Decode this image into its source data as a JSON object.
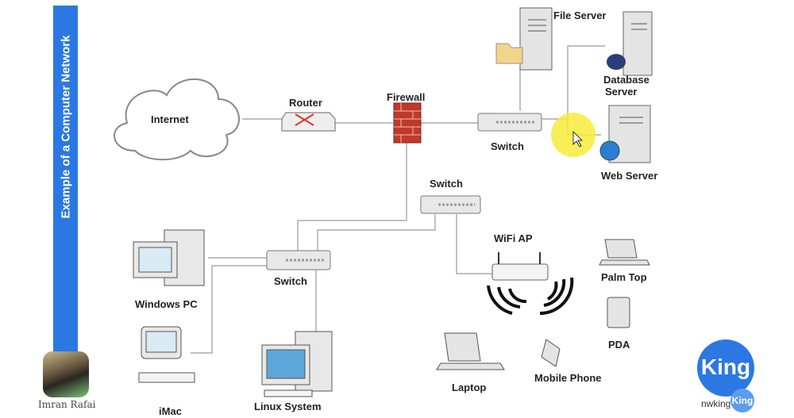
{
  "title": "Example of a Computer Network",
  "author": "Imran Rafai",
  "logo": {
    "text": "King",
    "site": "nwking",
    "color": "#2b78e4"
  },
  "nodes": {
    "internet": "Internet",
    "router": "Router",
    "firewall": "Firewall",
    "switch_main": "Switch",
    "file_server": "File Server",
    "database_server": [
      "Database",
      "Server"
    ],
    "web_server": "Web Server",
    "switch_mid": "Switch",
    "switch_lan": "Switch",
    "wifi_ap": "WiFi AP",
    "windows_pc": "Windows PC",
    "imac": "iMac",
    "linux_system": "Linux System",
    "laptop": "Laptop",
    "mobile_phone": "Mobile Phone",
    "pda": "PDA",
    "palm_top": "Palm Top"
  },
  "colors": {
    "banner": "#2b78e4",
    "highlight": "#f7ec3b",
    "link": "#999999"
  }
}
